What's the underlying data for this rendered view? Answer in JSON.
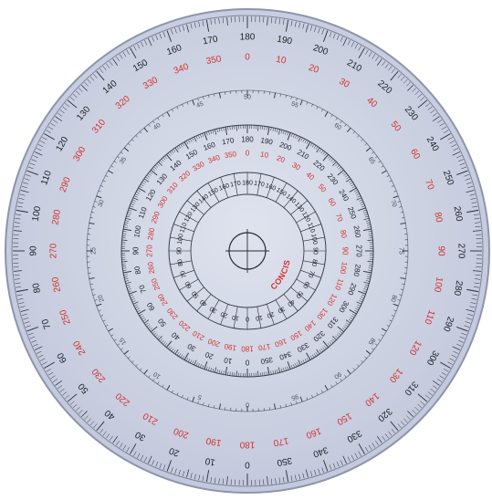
{
  "image": {
    "subject": "full-circle protractor",
    "colors": {
      "background": "#ffffff",
      "disc": "#cdd3e3",
      "disc_edge": "#8c95ac",
      "ticks": "#2a2a33",
      "black_text": "#1e1e26",
      "red_text": "#d4312c"
    }
  },
  "brand": {
    "text": "CONCIS"
  },
  "outer_scale": {
    "black_labels": [
      "0",
      "10",
      "20",
      "30",
      "40",
      "50",
      "60",
      "70",
      "80",
      "90",
      "100",
      "110",
      "120",
      "130",
      "140",
      "150",
      "160",
      "170",
      "180",
      "190",
      "200",
      "210",
      "220",
      "230",
      "240",
      "250",
      "260",
      "270",
      "280",
      "290",
      "300",
      "310",
      "320",
      "330",
      "340",
      "350"
    ],
    "red_labels": [
      "180",
      "190",
      "200",
      "210",
      "220",
      "230",
      "240",
      "250",
      "260",
      "270",
      "280",
      "290",
      "300",
      "310",
      "320",
      "330",
      "340",
      "350",
      "0",
      "10",
      "20",
      "30",
      "40",
      "50",
      "60",
      "70",
      "80",
      "90",
      "100",
      "110",
      "120",
      "130",
      "140",
      "150",
      "160",
      "170"
    ]
  },
  "gray_scale": {
    "labels": [
      "0",
      "5",
      "10",
      "15",
      "20",
      "25",
      "30",
      "35",
      "40",
      "45",
      "50",
      "55",
      "60",
      "65",
      "70",
      "75",
      "80",
      "85",
      "90",
      "95"
    ]
  },
  "middle_scale": {
    "black_labels": [
      "0",
      "10",
      "20",
      "30",
      "40",
      "50",
      "60",
      "70",
      "80",
      "90",
      "100",
      "110",
      "120",
      "130",
      "140",
      "150",
      "160",
      "170",
      "180",
      "190",
      "200",
      "210",
      "220",
      "230",
      "240",
      "250",
      "260",
      "270",
      "280",
      "290",
      "300",
      "310",
      "320",
      "330",
      "340",
      "350"
    ],
    "red_labels": [
      "180",
      "190",
      "200",
      "210",
      "220",
      "230",
      "240",
      "250",
      "260",
      "270",
      "280",
      "290",
      "300",
      "310",
      "320",
      "330",
      "340",
      "350",
      "0",
      "10",
      "20",
      "30",
      "40",
      "50",
      "60",
      "70",
      "80",
      "90",
      "100",
      "110",
      "120",
      "130",
      "140",
      "150",
      "160",
      "170"
    ]
  },
  "inner_scale": {
    "labels": [
      "0",
      "10",
      "20",
      "30",
      "40",
      "50",
      "60",
      "70",
      "80",
      "90",
      "100",
      "110",
      "120",
      "130",
      "140",
      "150",
      "160",
      "170",
      "180",
      "170",
      "160",
      "150",
      "140",
      "130",
      "120",
      "110",
      "100",
      "90",
      "80",
      "70",
      "60",
      "50",
      "40",
      "30",
      "20",
      "10"
    ]
  }
}
